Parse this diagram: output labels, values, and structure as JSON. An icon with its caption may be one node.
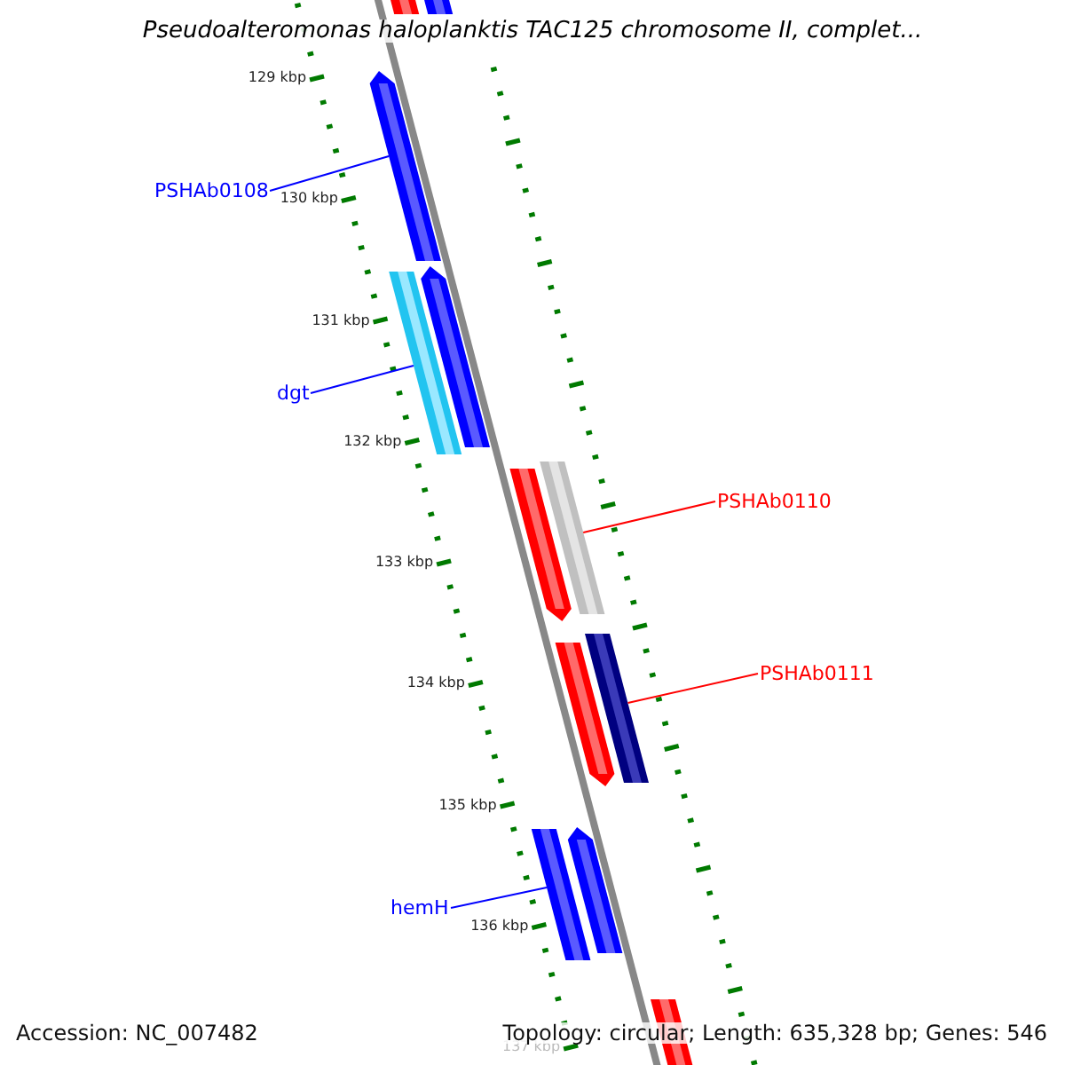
{
  "diagram": {
    "title": "Pseudoalteromonas haloplanktis TAC125 chromosome II, complet...",
    "nodes": [
      {
        "text": [
          "PSHAb0108"
        ]
      },
      {
        "text": [],
        "shape": "bar"
      },
      {
        "text": [
          "dgt"
        ]
      },
      {
        "text": [],
        "shape": "bar"
      },
      {
        "text": [
          "PSHAb0110"
        ]
      },
      {
        "text": [],
        "shape": "bar"
      },
      {
        "text": [
          "PSHAb0111"
        ]
      },
      {
        "text": [],
        "shape": "bar"
      },
      {
        "text": [
          "hemH"
        ]
      },
      {
        "text": [],
        "shape": "bar"
      }
    ],
    "edges": [
      {
        "from": 0,
        "to": 1,
        "arrow": "none"
      },
      {
        "from": 2,
        "to": 3,
        "arrow": "none"
      },
      {
        "from": 4,
        "to": 5,
        "arrow": "none",
        "color": "#ff0000"
      },
      {
        "from": 6,
        "to": 7,
        "arrow": "none",
        "color": "#ff0000"
      },
      {
        "from": 8,
        "to": 9,
        "arrow": "none"
      }
    ],
    "labels": [
      "129 kbp",
      "130 kbp",
      "131 kbp",
      "132 kbp",
      "133 kbp",
      "134 kbp",
      "135 kbp",
      "136 kbp",
      "137 kbp",
      "Accession: NC_007482",
      "Topology: circular; Length: 635,328 bp; Genes: 546"
    ]
  }
}
